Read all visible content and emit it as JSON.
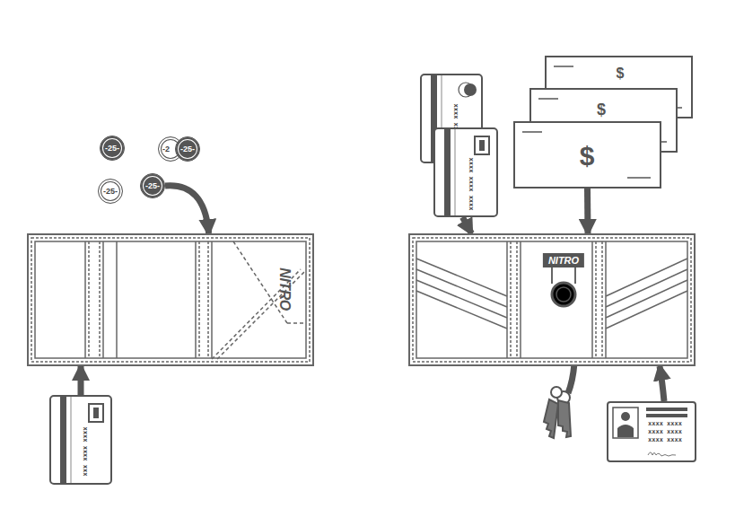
{
  "diagram": {
    "nodes": [
      {
        "text": [
          "-25-"
        ]
      },
      {
        "text": [
          "-2"
        ]
      },
      {
        "text": [
          "-25-"
        ]
      },
      {
        "text": [
          "-25-"
        ]
      },
      {
        "text": [
          "-25-"
        ]
      },
      {
        "text": [
          "NITRO"
        ]
      },
      {
        "text": [
          "NITRO"
        ]
      },
      {
        "text": [
          "xxxx xxxx xxx"
        ]
      },
      {
        "text": [
          "xxxx xxxx xxxx"
        ]
      },
      {
        "text": [
          "xxxx xxxx xxxx"
        ]
      },
      {
        "text": [
          "$"
        ]
      },
      {
        "text": [
          "$"
        ]
      },
      {
        "text": [
          "$"
        ]
      },
      {
        "text": [
          "xxxx xxxx",
          "xxxx xxxx",
          "xxxx xxxx"
        ]
      }
    ],
    "edges": [
      {
        "from": 4,
        "to": 5,
        "arrow": "to"
      },
      {
        "from": 7,
        "to": 5,
        "arrow": "to"
      },
      {
        "from": 9,
        "to": 6,
        "arrow": "to"
      },
      {
        "from": 12,
        "to": 6,
        "arrow": "to"
      },
      {
        "from": 13,
        "to": 6,
        "arrow": "to"
      }
    ]
  }
}
